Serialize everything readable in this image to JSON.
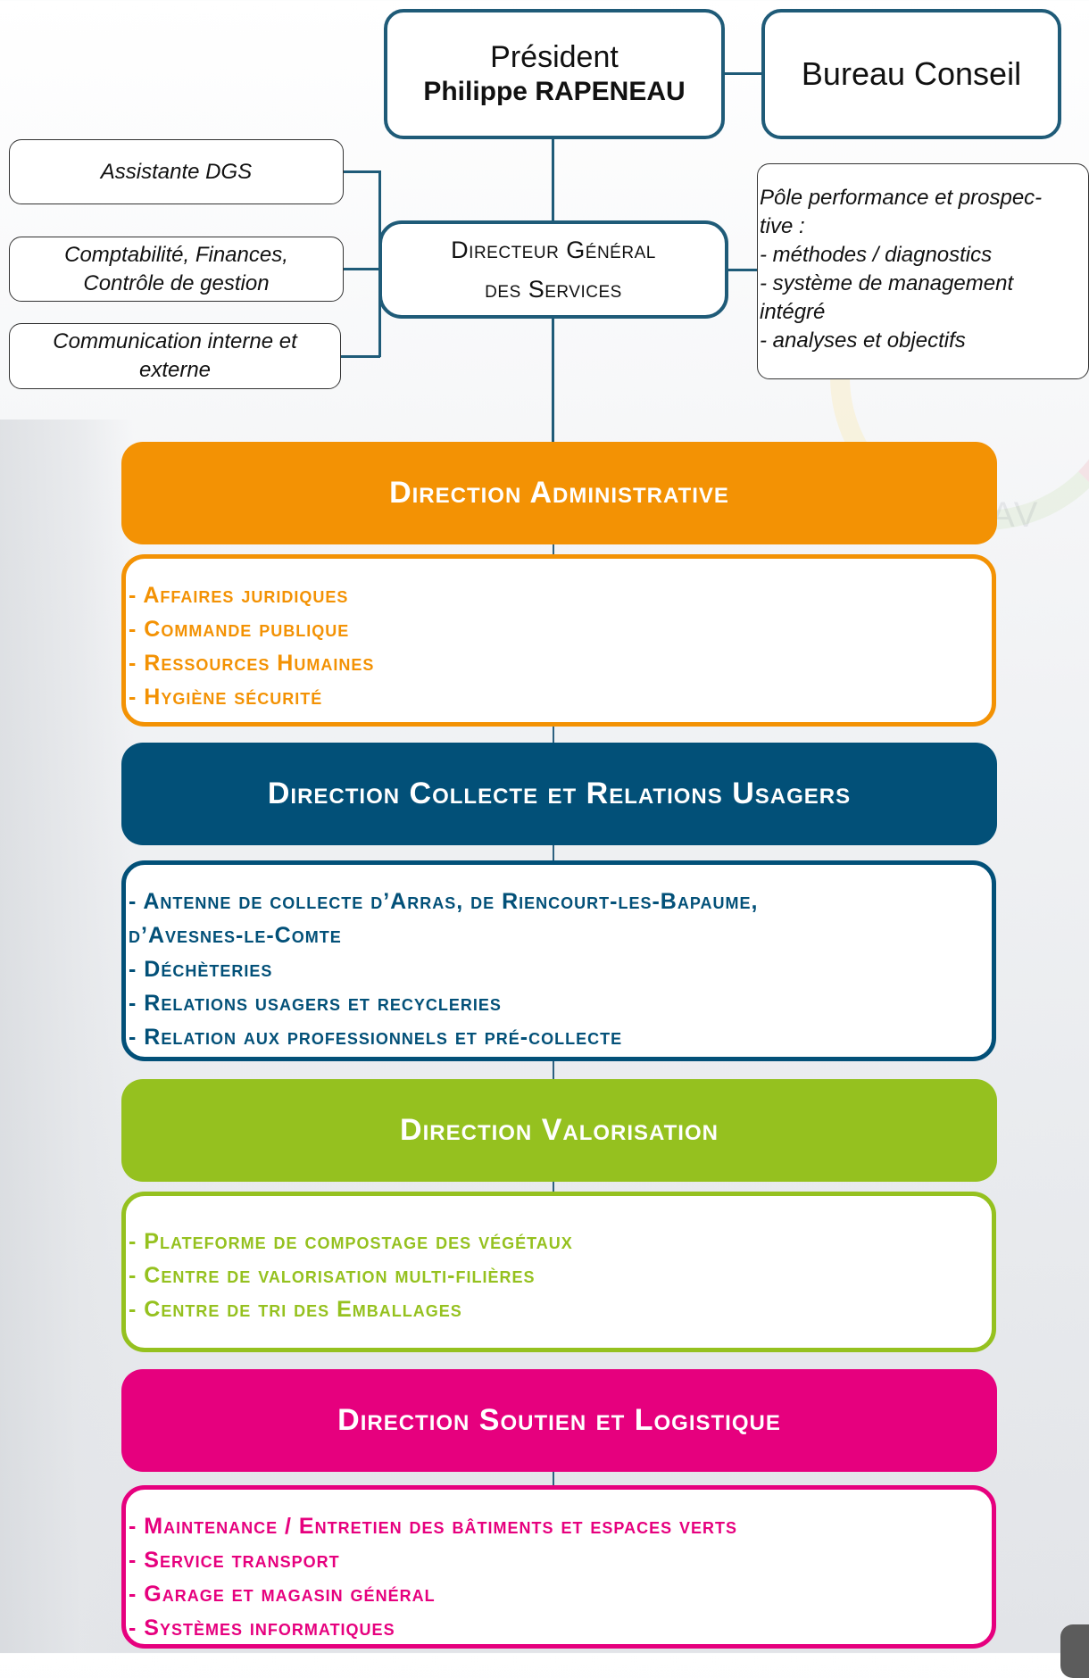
{
  "president": {
    "title": "Président",
    "name": "Philippe RAPENEAU"
  },
  "bureau": {
    "label": "Bureau Conseil"
  },
  "dgs": {
    "line1": "Directeur Général",
    "line2": "des Services"
  },
  "side_boxes": {
    "assistante": {
      "line1": "Assistante DGS"
    },
    "compta": {
      "line1": "Comptabilité, Finances,",
      "line2": "Contrôle de gestion"
    },
    "communication": {
      "line1": "Communication interne et",
      "line2": "externe"
    }
  },
  "pole": {
    "lines": [
      "Pôle performance et prospec-",
      "tive :",
      "- méthodes / diagnostics",
      "- système de management",
      "intégré",
      "- analyses et objectifs"
    ]
  },
  "directions": [
    {
      "title": "Direction Administrative",
      "color": "#f39204",
      "items": [
        "- Affaires juridiques",
        "- Commande publique",
        "- Ressources Humaines",
        "- Hygiène sécurité"
      ]
    },
    {
      "title": "Direction Collecte et Relations Usagers",
      "color": "#025078",
      "items": [
        "- Antenne de collecte d’Arras, de Riencourt-les-Bapaume,",
        "d’Avesnes-le-Comte",
        "- Déchèteries",
        "- Relations usagers et recycleries",
        "- Relation aux professionnels et pré-collecte"
      ]
    },
    {
      "title": "Direction Valorisation",
      "color": "#95c11f",
      "items": [
        "- Plateforme de compostage des végétaux",
        "- Centre de valorisation multi-filières",
        "- Centre de tri des Emballages"
      ]
    },
    {
      "title": "Direction Soutien et Logistique",
      "color": "#e6007e",
      "items": [
        "- Maintenance / Entretien des bâtiments et espaces verts",
        "- Service transport",
        "- Garage et magasin général",
        "- Systèmes informatiques"
      ]
    }
  ],
  "colors": {
    "connector": "#1f5b78"
  }
}
